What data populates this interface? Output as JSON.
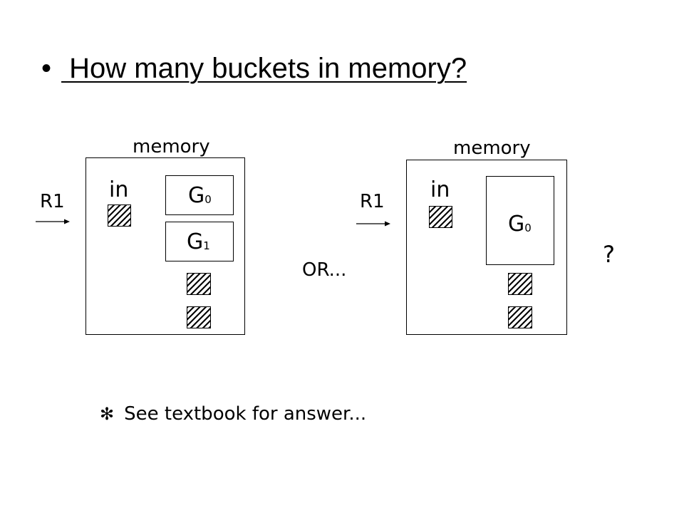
{
  "slide": {
    "bullet": "•",
    "title": " How many buckets in memory?",
    "or_label": "OR...",
    "question_mark": "?",
    "footnote_icon": "asterisk-icon",
    "footnote": "See textbook for answer..."
  },
  "diagram_left": {
    "memory_label": "memory",
    "input_label": "R1",
    "in_label": "in",
    "buckets": [
      {
        "name": "G",
        "sub": "0"
      },
      {
        "name": "G",
        "sub": "1"
      }
    ]
  },
  "diagram_right": {
    "memory_label": "memory",
    "input_label": "R1",
    "in_label": "in",
    "buckets": [
      {
        "name": "G",
        "sub": "0"
      }
    ]
  }
}
